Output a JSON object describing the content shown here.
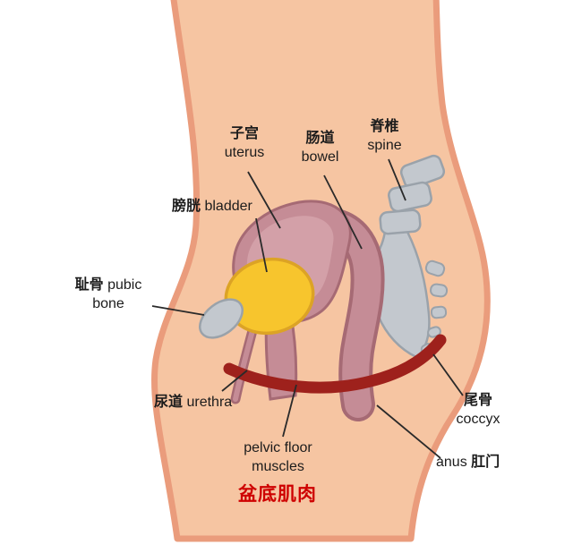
{
  "diagram": {
    "labels": {
      "uterus": {
        "zh": "子宫",
        "en": "uterus"
      },
      "bowel": {
        "zh": "肠道",
        "en": "bowel"
      },
      "spine": {
        "zh": "脊椎",
        "en": "spine"
      },
      "bladder": {
        "zh": "膀胱",
        "en": "bladder"
      },
      "pubic_bone": {
        "zh": "耻骨",
        "en": "pubic bone"
      },
      "urethra": {
        "zh": "尿道",
        "en": "urethra"
      },
      "pelvic_floor": {
        "en_line1": "pelvic floor",
        "en_line2": "muscles",
        "zh": "盆底肌肉"
      },
      "anus": {
        "en": "anus",
        "zh": "肛门"
      },
      "coccyx": {
        "zh": "尾骨",
        "en": "coccyx"
      }
    },
    "colors": {
      "background": "#FFFFFF",
      "skin": "#F6C5A2",
      "skin_outline": "#EA9C7C",
      "organ_pink": "#C58C96",
      "organ_pink_outline": "#A66A74",
      "bladder_yellow": "#F7C52D",
      "bladder_outline": "#DCA325",
      "bone_gray": "#C3C8CE",
      "bone_gray_outline": "#9AA2AA",
      "muscle_red": "#9E211C",
      "label_text": "#1C1C1C",
      "highlight_red": "#CE0000"
    }
  }
}
